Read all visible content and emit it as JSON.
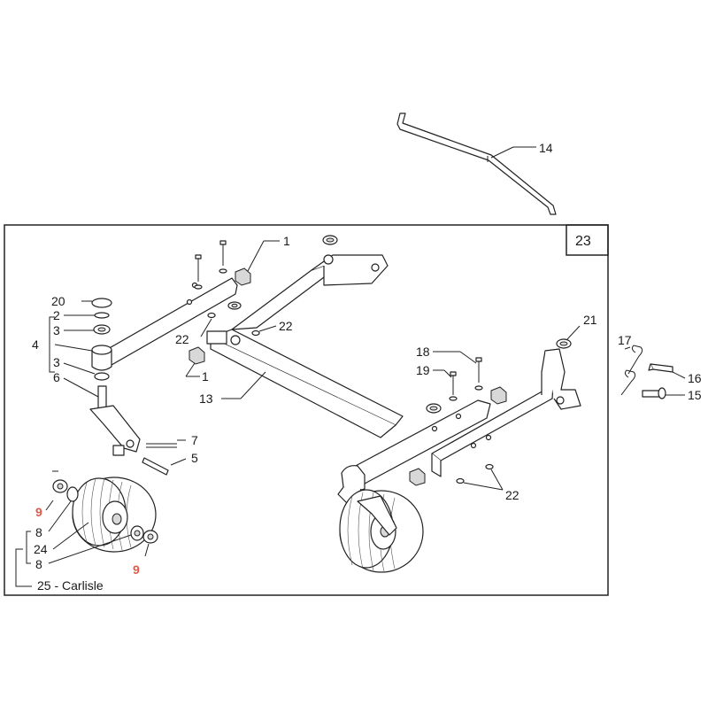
{
  "diagram": {
    "frame_label": "23",
    "callouts": {
      "c1a": "1",
      "c1b": "1",
      "c2": "2",
      "c3a": "3",
      "c3b": "3",
      "c4": "4",
      "c5": "5",
      "c6": "6",
      "c7": "7",
      "c8a": "8",
      "c8b": "8",
      "c9a": "9",
      "c9b": "9",
      "c13": "13",
      "c14": "14",
      "c15": "15",
      "c16": "16",
      "c17": "17",
      "c18": "18",
      "c19": "19",
      "c20": "20",
      "c21": "21",
      "c22a": "22",
      "c22b": "22",
      "c22c": "22",
      "c24": "24",
      "c25": "25 - Carlisle"
    },
    "highlight_color": "#e05a4a",
    "line_color": "#222222"
  }
}
